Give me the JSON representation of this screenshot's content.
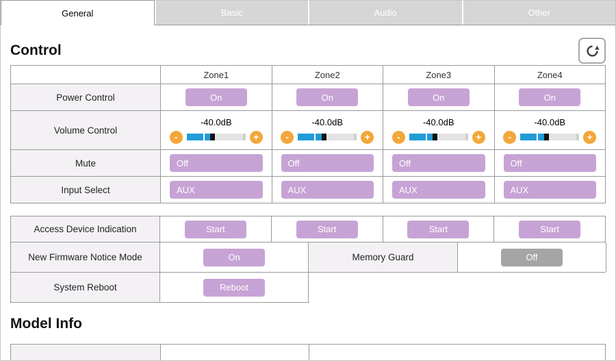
{
  "tabs": [
    {
      "label": "General"
    },
    {
      "label": "Basic"
    },
    {
      "label": "Audio"
    },
    {
      "label": "Other"
    }
  ],
  "control": {
    "title": "Control",
    "zones": [
      "Zone1",
      "Zone2",
      "Zone3",
      "Zone4"
    ],
    "power": {
      "label": "Power Control",
      "buttons": [
        "On",
        "On",
        "On",
        "On"
      ]
    },
    "volume": {
      "label": "Volume Control",
      "values": [
        "-40.0dB",
        "-40.0dB",
        "-40.0dB",
        "-40.0dB"
      ],
      "minus_label": "-",
      "plus_label": "+",
      "fill_percent": 40
    },
    "mute": {
      "label": "Mute",
      "buttons": [
        "Off",
        "Off",
        "Off",
        "Off"
      ]
    },
    "input_select": {
      "label": "Input Select",
      "buttons": [
        "AUX",
        "AUX",
        "AUX",
        "AUX"
      ]
    },
    "access_device": {
      "label": "Access Device Indication",
      "buttons": [
        "Start",
        "Start",
        "Start",
        "Start"
      ]
    },
    "firmware_notice": {
      "label": "New Firmware Notice Mode",
      "button": "On"
    },
    "memory_guard": {
      "label": "Memory Guard",
      "button": "Off"
    },
    "system_reboot": {
      "label": "System Reboot",
      "button": "Reboot"
    }
  },
  "model_info": {
    "title": "Model Info"
  },
  "icons": {
    "refresh": "refresh-icon"
  },
  "colors": {
    "purple_button": "#c7a3d5",
    "orange_button": "#f3a73a",
    "slider_blue": "#1f9cd6",
    "gray_button": "#a5a5a5",
    "label_bg": "#f4f1f5",
    "border": "#999999",
    "tab_inactive_bg": "#d6d6d6"
  }
}
